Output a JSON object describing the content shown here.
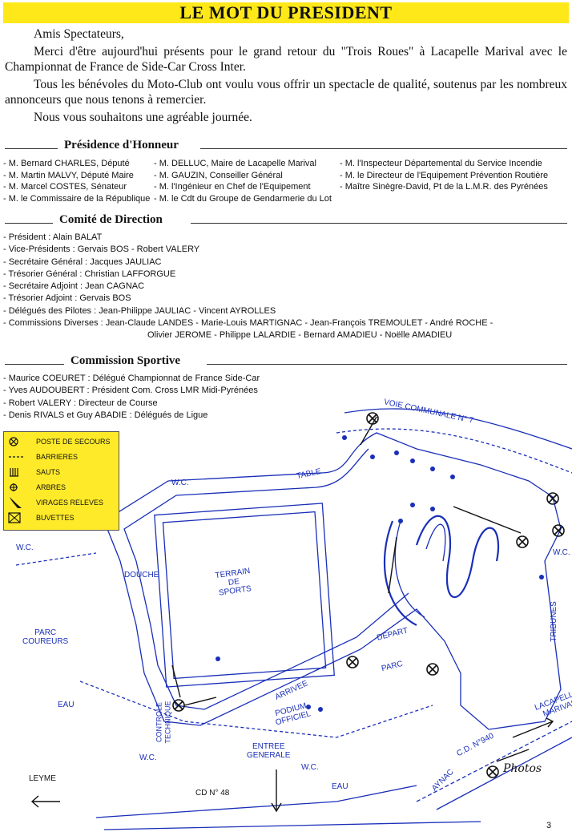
{
  "header": {
    "title": "LE MOT DU PRESIDENT"
  },
  "intro": {
    "p1": "Amis Spectateurs,",
    "p2": "Merci d'être aujourd'hui présents pour le grand retour du \"Trois Roues\" à Lacapelle Marival avec le Championnat de France de Side-Car Cross Inter.",
    "p3": "Tous les bénévoles du Moto-Club ont voulu vous offrir un spectacle de qualité, soutenus par les nombreux annonceurs que nous tenons à remercier.",
    "p4": "Nous vous souhaitons une agréable journée."
  },
  "presidence": {
    "heading": "Présidence d'Honneur",
    "col1": [
      "- M. Bernard CHARLES, Député",
      "- M. Martin MALVY, Député Maire",
      "- M. Marcel COSTES, Sénateur",
      "- M. le Commissaire de la République"
    ],
    "col2": [
      "- M. DELLUC, Maire de Lacapelle Marival",
      "- M. GAUZIN, Conseiller Général",
      "- M. l'Ingénieur en Chef de l'Equipement",
      "- M. le Cdt du Groupe de Gendarmerie du Lot"
    ],
    "col3": [
      "- M. l'Inspecteur Départemental du Service Incendie",
      "- M. le Directeur de l'Equipement Prévention Routière",
      "- Maître Sinègre-David, Pt de la L.M.R. des Pyrénées"
    ]
  },
  "comite": {
    "heading": "Comité de Direction",
    "items": [
      "- Président : Alain BALAT",
      "- Vice-Présidents : Gervais BOS - Robert VALERY",
      "- Secrétaire Général : Jacques JAULIAC",
      "- Trésorier Général : Christian LAFFORGUE",
      "- Secrétaire Adjoint : Jean CAGNAC",
      "- Trésorier Adjoint : Gervais BOS",
      "- Délégués des Pilotes : Jean-Philippe JAULIAC - Vincent AYROLLES",
      "- Commissions Diverses :  Jean-Claude LANDES - Marie-Louis MARTIGNAC - Jean-François TREMOULET - André ROCHE -",
      "Olivier JEROME - Philippe LALARDIE - Bernard AMADIEU - Noëlle AMADIEU"
    ]
  },
  "sportive": {
    "heading": "Commission Sportive",
    "items": [
      "- Maurice COEURET : Délégué Championnat de France Side-Car",
      "- Yves AUDOUBERT : Président Com. Cross LMR Midi-Pyrénées",
      "- Robert VALERY : Directeur de Course",
      "- Denis RIVALS et Guy ABADIE : Délégués de Ligue"
    ]
  },
  "legend": {
    "items": [
      "POSTE DE SECOURS",
      "BARRIERES",
      "SAUTS",
      "ARBRES",
      "VIRAGES RELEVES",
      "BUVETTES"
    ]
  },
  "map": {
    "voie": "VOIE COMMUNALE N° 7",
    "table": "TABLE",
    "wc": "W.C.",
    "douche": "DOUCHE",
    "terrain": "TERRAIN\nDE\nSPORTS",
    "parc_coureurs": "PARC\nCOUREURS",
    "eau": "EAU",
    "depart": "DEPART",
    "parc": "PARC",
    "arrivee": "ARRIVEE",
    "podium": "PODIUM\nOFFICIEL",
    "controle": "CONTROLE\nTECHNIQUE",
    "entree": "ENTREE\nGENERALE",
    "tribunes": "TRIBUNES",
    "lacapelle": "LACAPELLE\nMARIVAL",
    "cd940": "C.D. N°940",
    "aynac": "AYNAC",
    "leyme": "LEYME",
    "cd48": "CD N° 48",
    "photos": "Photos"
  },
  "footer": {
    "page": "3"
  },
  "colors": {
    "title_bg": "#ffe81a",
    "legend_bg": "#ffea2a",
    "map_blue": "#1a2fb8"
  }
}
